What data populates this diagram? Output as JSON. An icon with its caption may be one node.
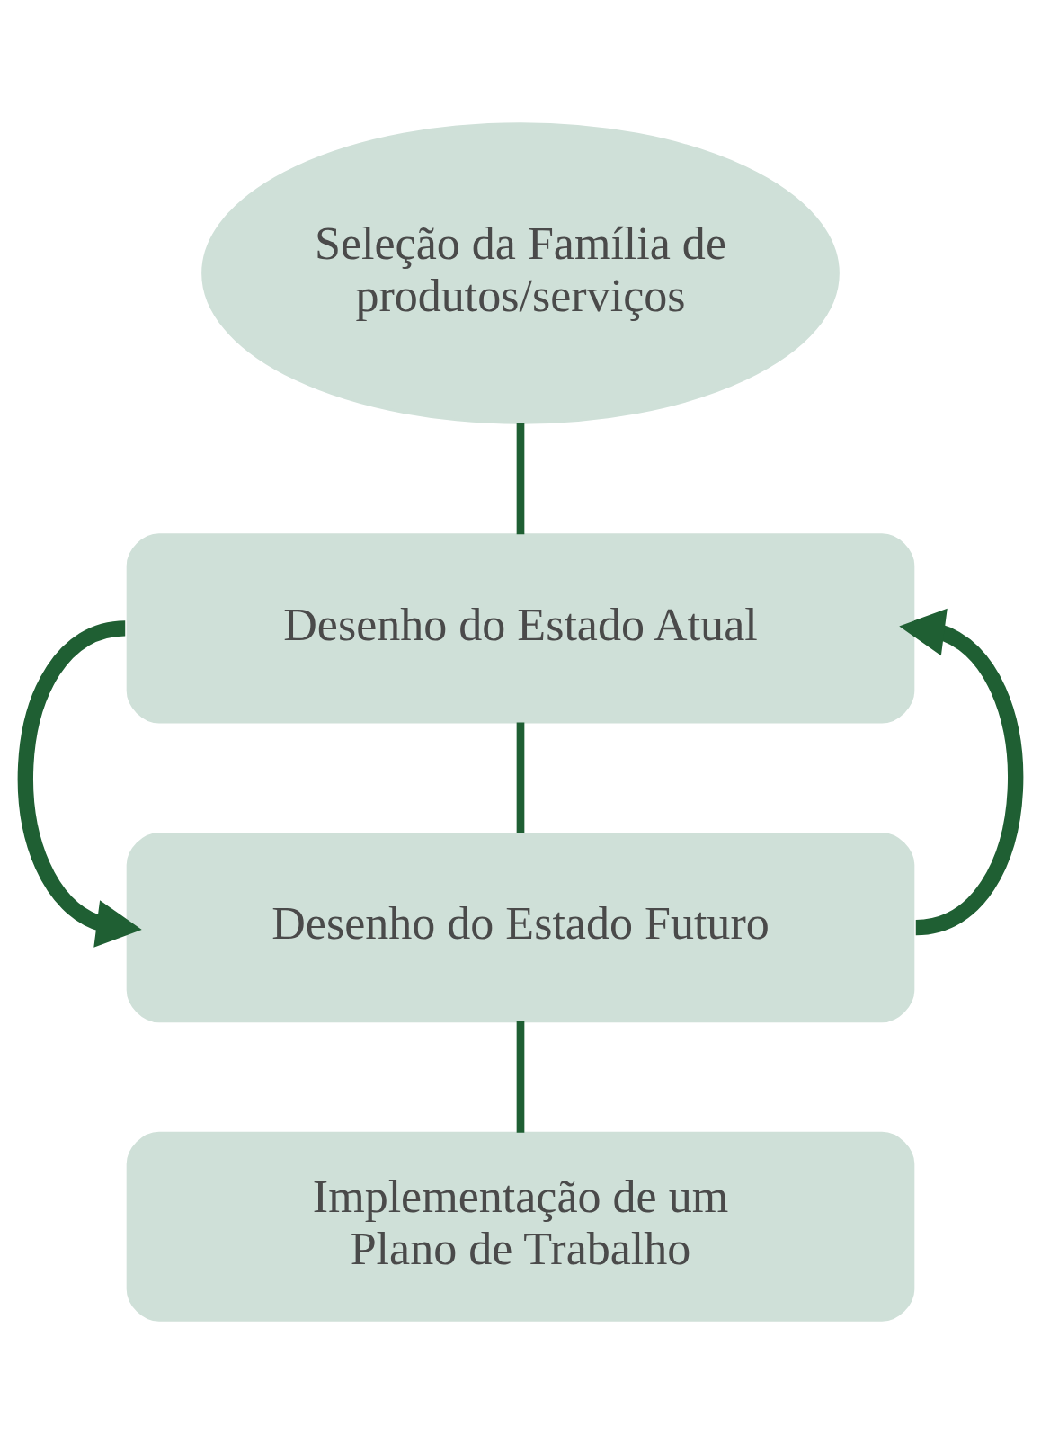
{
  "diagram": {
    "nodes": [
      {
        "text": [
          "Seleção da Família de produtos/serviços"
        ]
      },
      {
        "text": [
          "Desenho do Estado Atual"
        ]
      },
      {
        "text": [
          "Desenho do Estado Futuro"
        ]
      },
      {
        "text": [
          "Implementação de um Plano de Trabalho"
        ]
      }
    ],
    "edges": [
      {
        "from": 0,
        "to": 1,
        "arrow": "none"
      },
      {
        "from": 1,
        "to": 2,
        "arrow": "none"
      },
      {
        "from": 2,
        "to": 3,
        "arrow": "none"
      },
      {
        "from": 1,
        "to": 2,
        "arrow": "to",
        "style": "thick"
      },
      {
        "from": 2,
        "to": 1,
        "arrow": "to",
        "style": "thick"
      }
    ]
  }
}
